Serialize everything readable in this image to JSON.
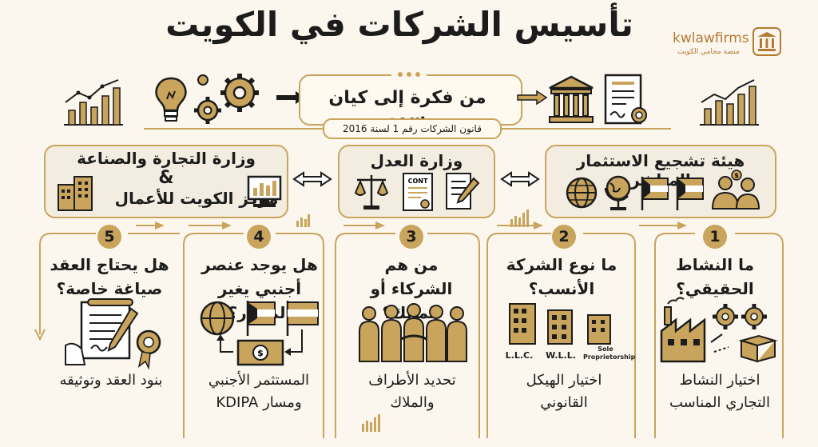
{
  "title": "تأسيس الشركات في الكويت",
  "logo": {
    "name": "kwlawfirms",
    "subtitle": "منصة محامي الكويت"
  },
  "banner": {
    "text": "من فكرة إلى كيان رسمي",
    "law": "قانون الشركات رقم 1 لسنة 2016"
  },
  "authorities": [
    {
      "title": "هيئة تشجيع الاستثمار المباشر"
    },
    {
      "title": "وزارة العدل",
      "doc_label": "CONT"
    },
    {
      "title_line1": "وزارة التجارة والصناعة",
      "amp": "&",
      "title_line2": "مركز الكويت للأعمال"
    }
  ],
  "steps": [
    {
      "number": "1",
      "question": "ما النشاط الحقيقي؟",
      "answer": "اختيار النشاط التجاري المناسب"
    },
    {
      "number": "2",
      "question": "ما نوع الشركة الأنسب؟",
      "answer": "اختيار الهيكل القانوني",
      "labels": [
        "L.L.C.",
        "W.L.L.",
        "Sole Proprietorship"
      ]
    },
    {
      "number": "3",
      "question": "من هم الشركاء أو المالك؟",
      "answer": "تحديد الأطراف والملاك"
    },
    {
      "number": "4",
      "question": "هل يوجد عنصر أجنبي يغير المسار؟",
      "answer": "المستثمر الأجنبي ومسار KDIPA"
    },
    {
      "number": "5",
      "question": "هل يحتاج العقد صياغة خاصة؟",
      "answer": "بنود العقد وتوثيقه"
    }
  ],
  "colors": {
    "gold": "#c9a45c",
    "dark": "#1c1c1c",
    "background": "#fbf7ee"
  }
}
